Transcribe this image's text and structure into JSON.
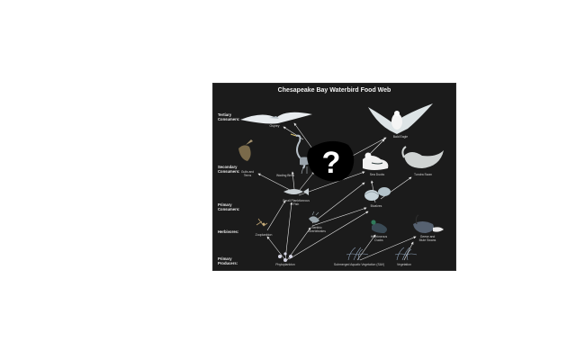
{
  "title": "Chesapeake Bay Waterbird Food Web",
  "levels": {
    "tertiary": "Tertiary\nConsumers:",
    "secondary": "Secondary\nConsumers:",
    "primary": "Primary\nConsumers:",
    "herbivores": "Herbivores:",
    "producers": "Primary\nProducers:"
  },
  "organisms": {
    "osprey": "Osprey",
    "bald_eagle": "Bald Eagle",
    "gulls_terns": "Gulls and\nTerns",
    "wading_birds": "Wading Birds",
    "sea_ducks": "Sea Ducks",
    "tundra_swan": "Tundra Swan",
    "small_fish": "Small Planktivorous\nFish",
    "bivalves": "Bivalves",
    "zooplankton": "Zooplankton",
    "benthic": "Benthic\nInvertebrates",
    "herbivorous_ducks": "Herbivorous\nDucks",
    "geese_swans": "Geese and\nMute Swans",
    "phytoplankton": "Phytoplankton",
    "sav": "Submerged Aquatic Vegetation (SAV)",
    "vegetation": "Vegetation"
  },
  "mystery_symbol": "?",
  "colors": {
    "background": "#1b1b1b",
    "arrow": "#e6e6e6",
    "text": "#d0d0d0"
  }
}
